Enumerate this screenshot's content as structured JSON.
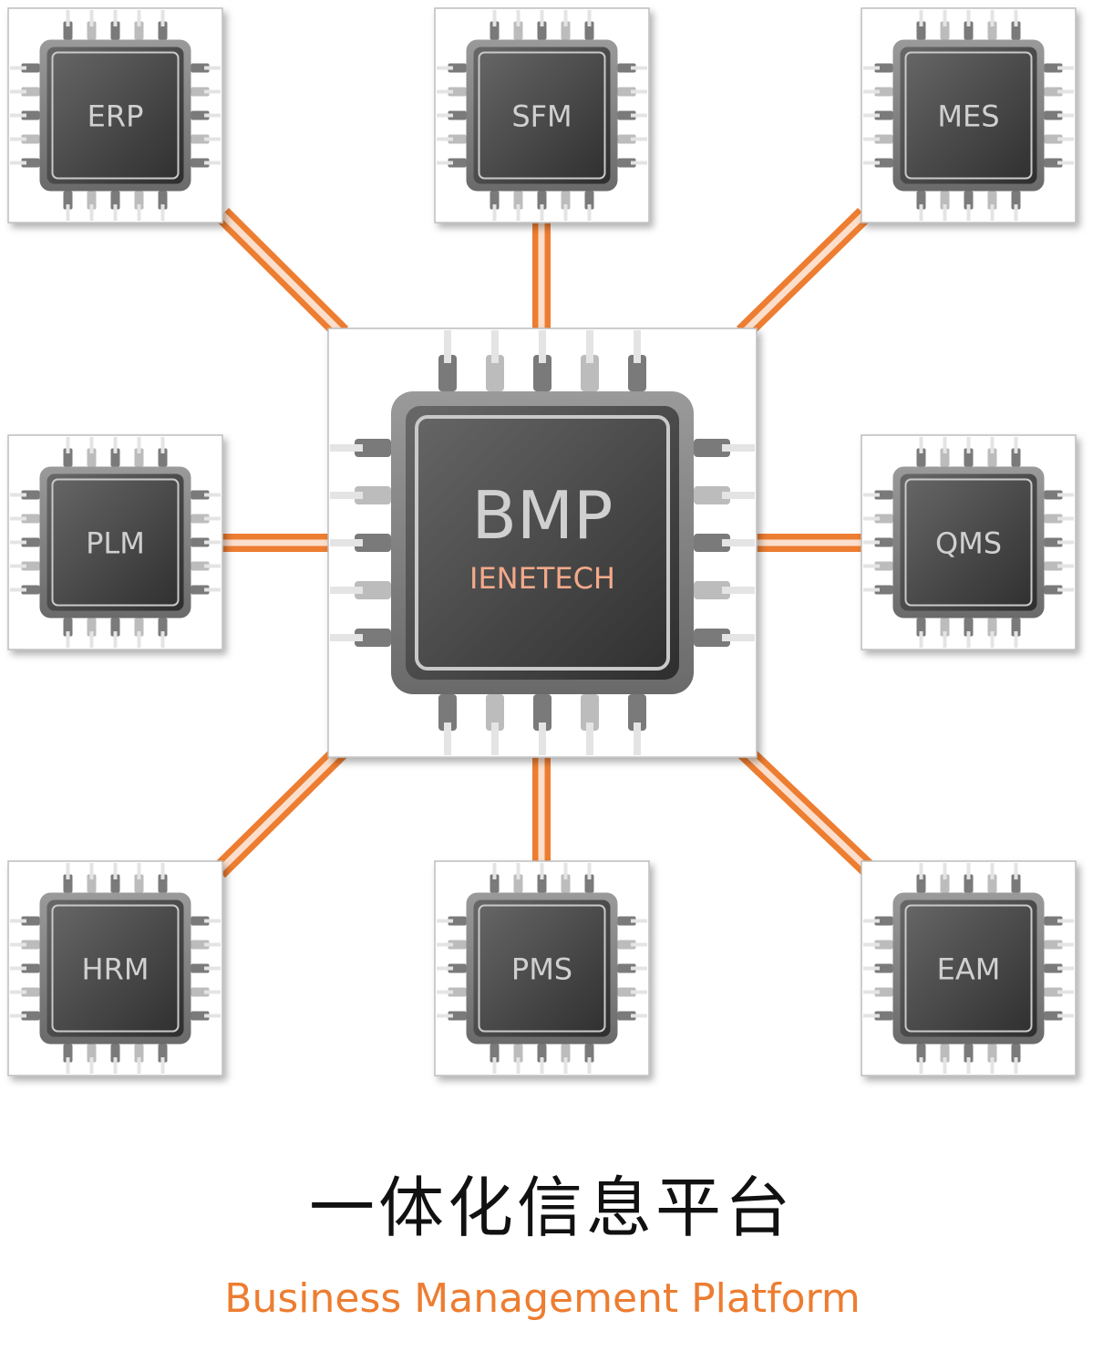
{
  "colors": {
    "accent": "#ed7d31",
    "chip_body": "#4a4a4a",
    "chip_label": "#d0d0d0",
    "title": "#111111"
  },
  "center": {
    "label": "BMP",
    "brand": "IENETECH"
  },
  "modules": [
    {
      "id": "erp",
      "label": "ERP"
    },
    {
      "id": "sfm",
      "label": "SFM"
    },
    {
      "id": "mes",
      "label": "MES"
    },
    {
      "id": "plm",
      "label": "PLM"
    },
    {
      "id": "qms",
      "label": "QMS"
    },
    {
      "id": "hrm",
      "label": "HRM"
    },
    {
      "id": "pms",
      "label": "PMS"
    },
    {
      "id": "eam",
      "label": "EAM"
    }
  ],
  "footer": {
    "title": "一体化信息平台",
    "subtitle": "Business Management Platform"
  }
}
